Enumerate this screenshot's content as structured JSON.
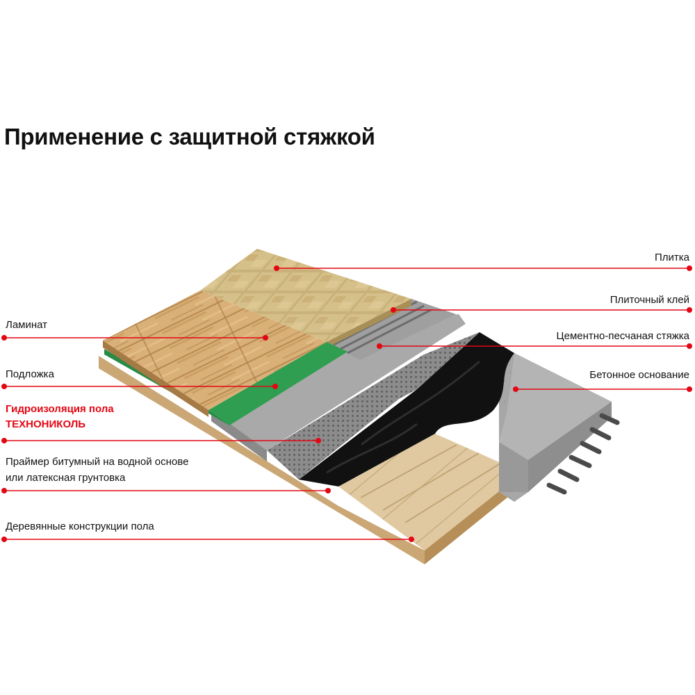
{
  "title": "Применение с защитной стяжкой",
  "colors": {
    "leader": "#e30613",
    "brand_text": "#e30613",
    "text": "#111111"
  },
  "layers": [
    {
      "id": "tile",
      "label": "Плитка",
      "side": "right"
    },
    {
      "id": "tile-adhesive",
      "label": "Плиточный клей",
      "side": "right"
    },
    {
      "id": "screed",
      "label": "Цементно-песчаная  стяжка",
      "side": "right"
    },
    {
      "id": "concrete-base",
      "label": "Бетонное основание",
      "side": "right"
    },
    {
      "id": "laminate",
      "label": "Ламинат",
      "side": "left"
    },
    {
      "id": "underlay",
      "label": "Подложка",
      "side": "left"
    },
    {
      "id": "waterproofing",
      "label_lines": [
        "Гидроизоляция пола",
        "ТЕХНОНИКОЛЬ"
      ],
      "side": "left",
      "highlight": true
    },
    {
      "id": "primer",
      "label_lines": [
        "Праймер битумный на водной основе",
        "или латексная грунтовка"
      ],
      "side": "left"
    },
    {
      "id": "wood-structure",
      "label": "Деревянные конструкции пола",
      "side": "left"
    }
  ]
}
